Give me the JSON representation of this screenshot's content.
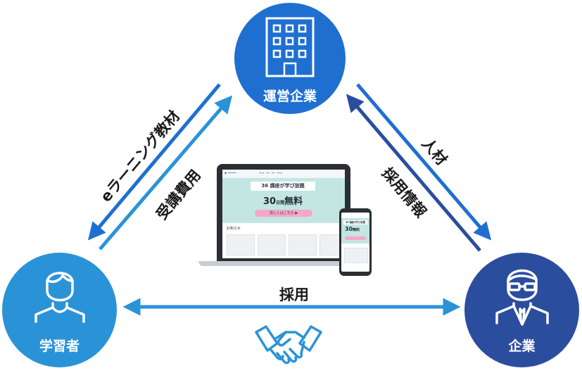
{
  "nodes": {
    "operator": {
      "label": "運営企業",
      "color": "#1f6fd1",
      "icon": "building-icon"
    },
    "learner": {
      "label": "学習者",
      "color": "#2a93d8",
      "icon": "person-icon"
    },
    "company": {
      "label": "企業",
      "color": "#2b4d9e",
      "icon": "businessman-icon"
    }
  },
  "flows": {
    "elearning": {
      "label": "eラーニング教材",
      "from": "operator",
      "to": "learner"
    },
    "tuition": {
      "label": "受講費用",
      "from": "learner",
      "to": "operator"
    },
    "talent": {
      "label": "人材",
      "from": "operator",
      "to": "company"
    },
    "hiring_info": {
      "label": "採用情報",
      "from": "company",
      "to": "operator"
    },
    "hiring": {
      "label": "採用",
      "from": "learner",
      "to": "company",
      "bidirectional": true
    }
  },
  "center": {
    "device_icon": "laptop-phone-icon",
    "hero_banner": "36 講座が学び放題",
    "hero_offer_num": "30",
    "hero_offer_unit": "日間",
    "hero_offer_word": "無料",
    "hero_button": "詳しくはこちら ▶",
    "news_title": "お知らせ"
  },
  "handshake_icon": "handshake-icon",
  "colors": {
    "arrow_primary": "#1f6fd1",
    "arrow_dark": "#2b4d9e",
    "arrow_light": "#2a93d8"
  }
}
